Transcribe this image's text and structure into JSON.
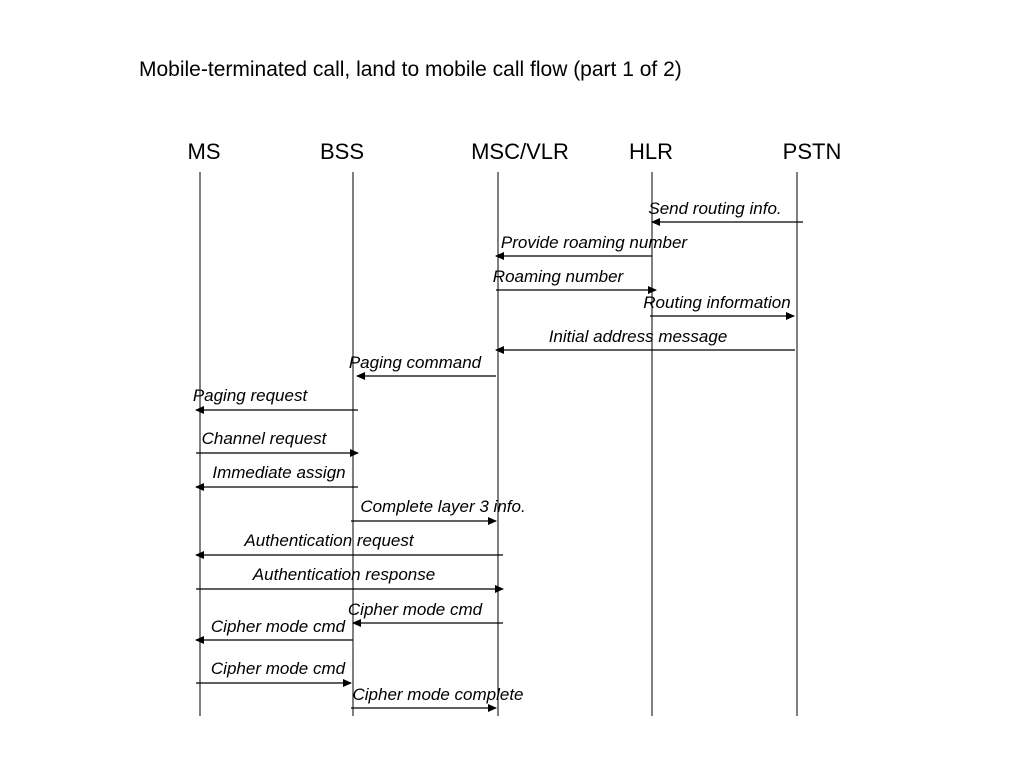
{
  "title": "Mobile-terminated call, land to mobile call flow (part 1 of 2)",
  "entities": [
    {
      "id": "ms",
      "label": "MS"
    },
    {
      "id": "bss",
      "label": "BSS"
    },
    {
      "id": "msc",
      "label": "MSC/VLR"
    },
    {
      "id": "hlr",
      "label": "HLR"
    },
    {
      "id": "pstn",
      "label": "PSTN"
    }
  ],
  "messages": [
    {
      "label": "Send routing info.",
      "from": "pstn",
      "to": "hlr"
    },
    {
      "label": "Provide roaming number",
      "from": "hlr",
      "to": "msc"
    },
    {
      "label": "Roaming number",
      "from": "msc",
      "to": "hlr"
    },
    {
      "label": "Routing information",
      "from": "hlr",
      "to": "pstn"
    },
    {
      "label": "Initial address message",
      "from": "pstn",
      "to": "msc"
    },
    {
      "label": "Paging command",
      "from": "msc",
      "to": "bss"
    },
    {
      "label": "Paging request",
      "from": "bss",
      "to": "ms"
    },
    {
      "label": "Channel request",
      "from": "ms",
      "to": "bss"
    },
    {
      "label": "Immediate assign",
      "from": "bss",
      "to": "ms"
    },
    {
      "label": "Complete layer 3 info.",
      "from": "bss",
      "to": "msc"
    },
    {
      "label": "Authentication request",
      "from": "msc",
      "to": "ms"
    },
    {
      "label": "Authentication response",
      "from": "ms",
      "to": "msc"
    },
    {
      "label": "Cipher mode cmd",
      "from": "msc",
      "to": "bss"
    },
    {
      "label": "Cipher mode cmd",
      "from": "bss",
      "to": "ms"
    },
    {
      "label": "Cipher mode cmd",
      "from": "ms",
      "to": "bss"
    },
    {
      "label": "Cipher mode complete",
      "from": "bss",
      "to": "msc"
    }
  ]
}
